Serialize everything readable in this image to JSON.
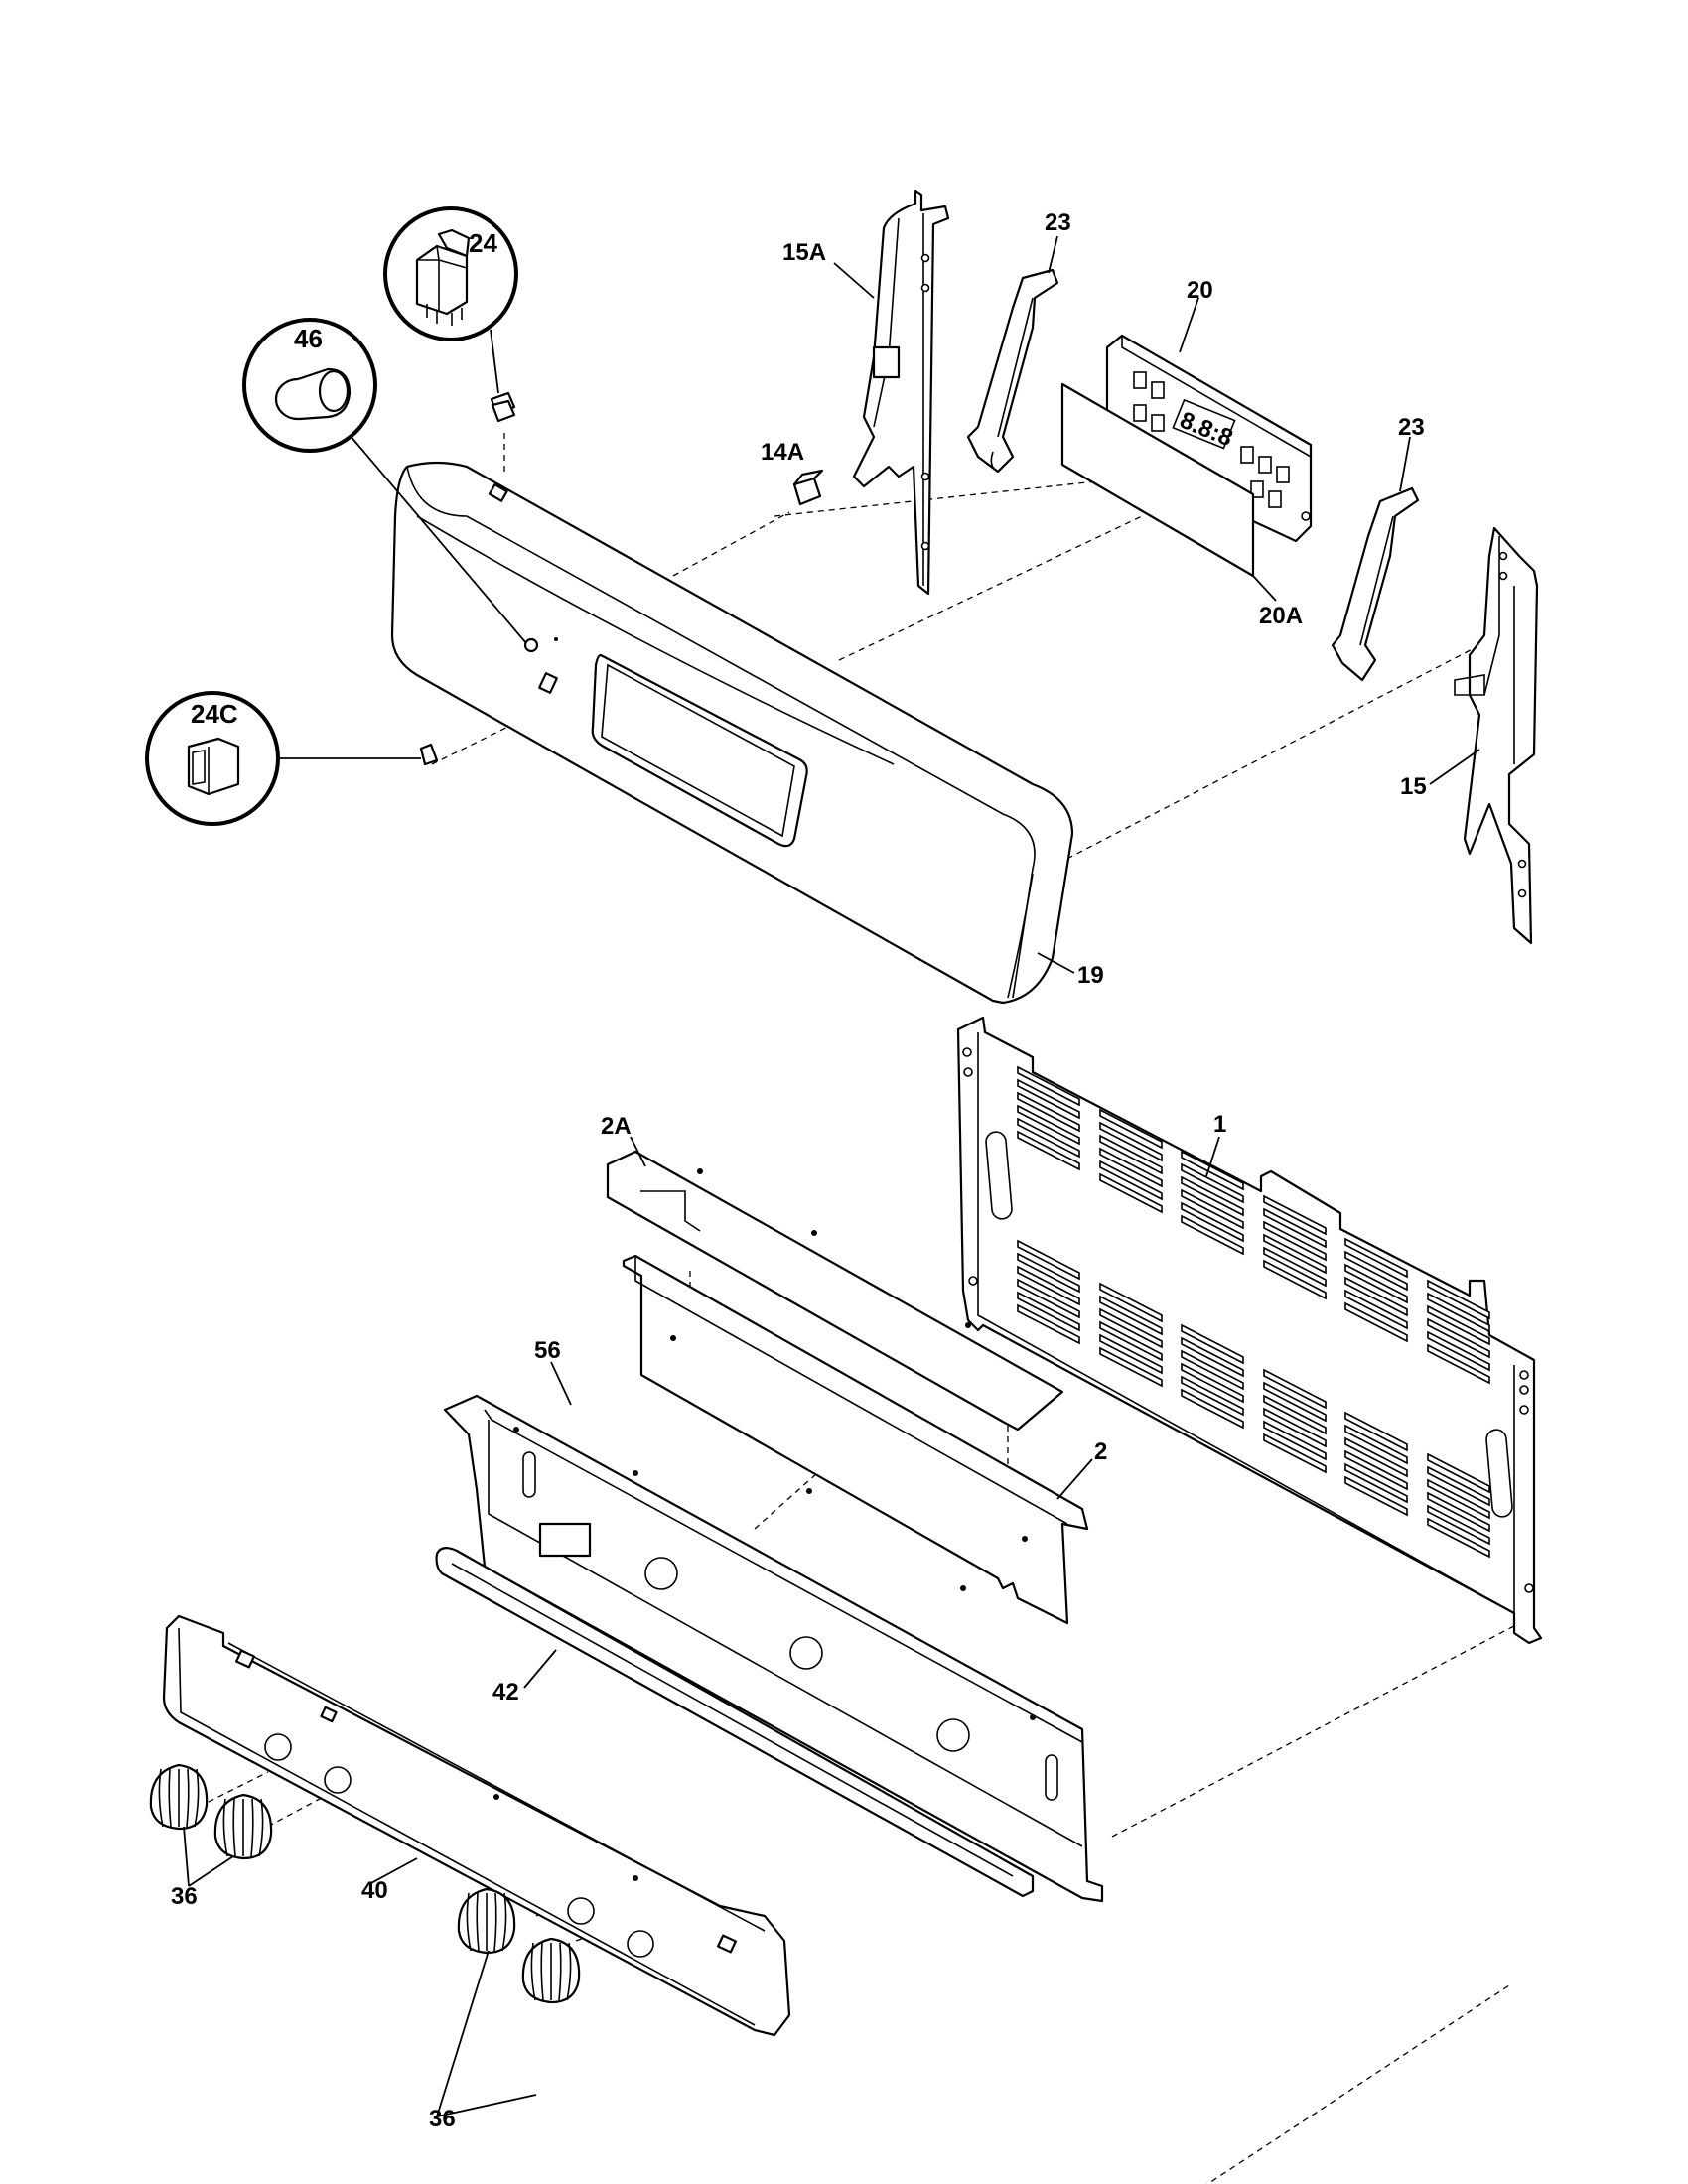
{
  "labels": {
    "p15A": "15A",
    "p23a": "23",
    "p20": "20",
    "p23b": "23",
    "p24": "24",
    "p46": "46",
    "p14A": "14A",
    "p20A": "20A",
    "p24C": "24C",
    "p15": "15",
    "p19": "19",
    "p2A": "2A",
    "p1": "1",
    "p56": "56",
    "p2": "2",
    "p42": "42",
    "p36a": "36",
    "p40": "40",
    "p36b": "36"
  },
  "display": {
    "clock_readout": "8.8:8"
  }
}
